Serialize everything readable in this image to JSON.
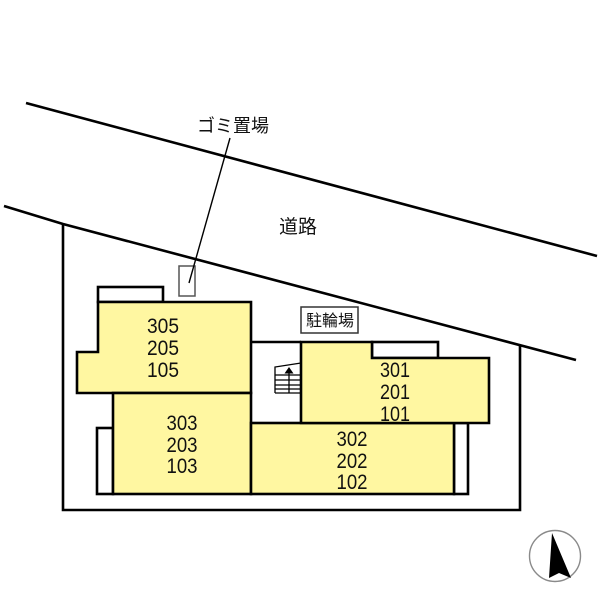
{
  "labels": {
    "garbage_area": "ゴミ置場",
    "road": "道路",
    "bicycle_parking": "駐輪場"
  },
  "units": {
    "block_west_upper": [
      "305",
      "205",
      "105"
    ],
    "block_west_lower": [
      "303",
      "203",
      "103"
    ],
    "block_east_upper": [
      "301",
      "201",
      "101"
    ],
    "block_east_lower": [
      "302",
      "202",
      "102"
    ]
  },
  "colors": {
    "unit_fill": "#FFF7A1",
    "line": "#000000",
    "compass_ring": "#8a8a8a"
  },
  "icons": {
    "compass": "north-arrow-icon",
    "stairs": "stairs-icon",
    "garbage_box": "garbage-box-icon"
  }
}
